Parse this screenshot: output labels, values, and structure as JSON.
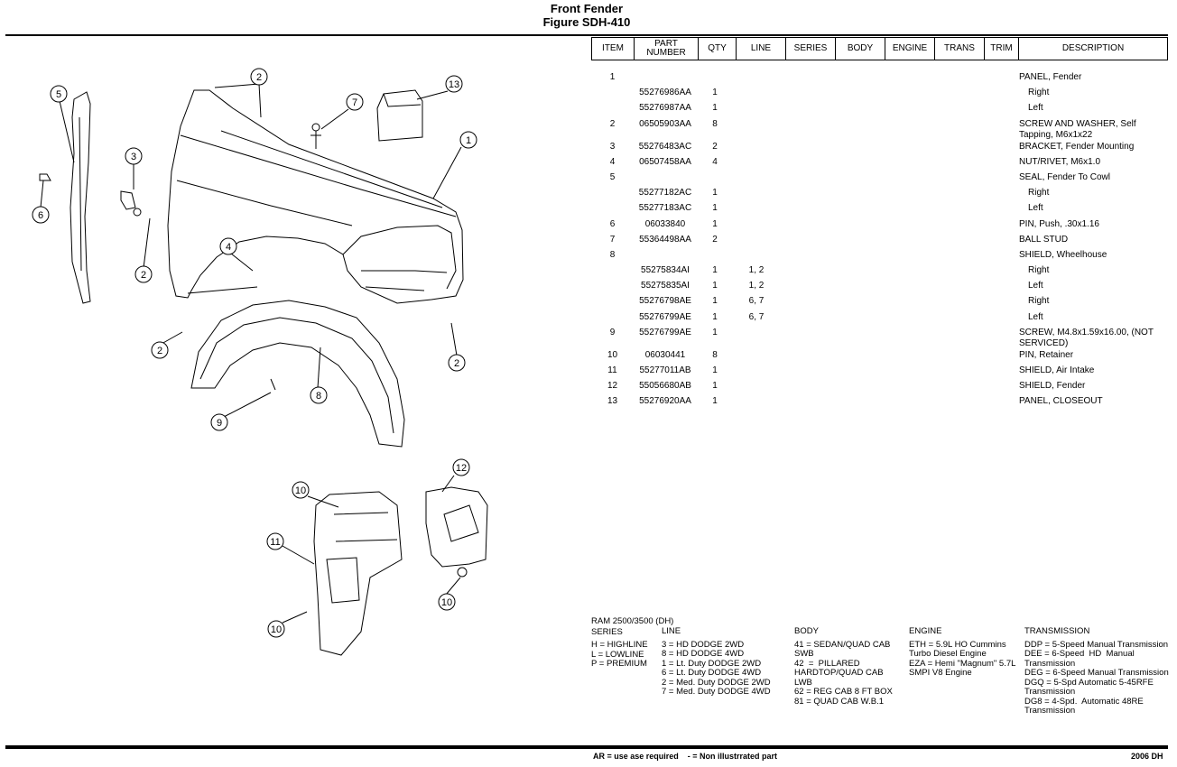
{
  "header": {
    "title": "Front Fender",
    "figure": "Figure SDH-410"
  },
  "table": {
    "headers": [
      "ITEM",
      "PART NUMBER",
      "QTY",
      "LINE",
      "SERIES",
      "BODY",
      "ENGINE",
      "TRANS",
      "TRIM",
      "DESCRIPTION"
    ],
    "rows": [
      {
        "item": "1",
        "part": "",
        "qty": "",
        "line": "",
        "desc": "PANEL, Fender",
        "sub": false
      },
      {
        "item": "",
        "part": "55276986AA",
        "qty": "1",
        "line": "",
        "desc": "Right",
        "sub": true
      },
      {
        "item": "",
        "part": "55276987AA",
        "qty": "1",
        "line": "",
        "desc": "Left",
        "sub": true
      },
      {
        "item": "2",
        "part": "06505903AA",
        "qty": "8",
        "line": "",
        "desc": "SCREW AND WASHER, Self Tapping, M6x1x22",
        "sub": false
      },
      {
        "item": "3",
        "part": "55276483AC",
        "qty": "2",
        "line": "",
        "desc": "BRACKET, Fender Mounting",
        "sub": false
      },
      {
        "item": "4",
        "part": "06507458AA",
        "qty": "4",
        "line": "",
        "desc": "NUT/RIVET, M6x1.0",
        "sub": false
      },
      {
        "item": "5",
        "part": "",
        "qty": "",
        "line": "",
        "desc": "SEAL, Fender To Cowl",
        "sub": false
      },
      {
        "item": "",
        "part": "55277182AC",
        "qty": "1",
        "line": "",
        "desc": "Right",
        "sub": true
      },
      {
        "item": "",
        "part": "55277183AC",
        "qty": "1",
        "line": "",
        "desc": "Left",
        "sub": true
      },
      {
        "item": "6",
        "part": "06033840",
        "qty": "1",
        "line": "",
        "desc": "PIN, Push, .30x1.16",
        "sub": false
      },
      {
        "item": "7",
        "part": "55364498AA",
        "qty": "2",
        "line": "",
        "desc": "BALL STUD",
        "sub": false
      },
      {
        "item": "8",
        "part": "",
        "qty": "",
        "line": "",
        "desc": "SHIELD, Wheelhouse",
        "sub": false
      },
      {
        "item": "",
        "part": "55275834AI",
        "qty": "1",
        "line": "1, 2",
        "desc": "Right",
        "sub": true
      },
      {
        "item": "",
        "part": "55275835AI",
        "qty": "1",
        "line": "1, 2",
        "desc": "Left",
        "sub": true
      },
      {
        "item": "",
        "part": "55276798AE",
        "qty": "1",
        "line": "6, 7",
        "desc": "Right",
        "sub": true
      },
      {
        "item": "",
        "part": "55276799AE",
        "qty": "1",
        "line": "6, 7",
        "desc": "Left",
        "sub": true
      },
      {
        "item": "9",
        "part": "55276799AE",
        "qty": "1",
        "line": "",
        "desc": "SCREW, M4.8x1.59x16.00, (NOT SERVICED)",
        "sub": false
      },
      {
        "item": "10",
        "part": "06030441",
        "qty": "8",
        "line": "",
        "desc": "PIN, Retainer",
        "sub": false
      },
      {
        "item": "11",
        "part": "55277011AB",
        "qty": "1",
        "line": "",
        "desc": "SHIELD, Air Intake",
        "sub": false
      },
      {
        "item": "12",
        "part": "55056680AB",
        "qty": "1",
        "line": "",
        "desc": "SHIELD, Fender",
        "sub": false
      },
      {
        "item": "13",
        "part": "55276920AA",
        "qty": "1",
        "line": "",
        "desc": "PANEL, CLOSEOUT",
        "sub": false
      }
    ]
  },
  "legend": {
    "model": "RAM 2500/3500 (DH)",
    "series_title": "SERIES",
    "series": [
      "H = HIGHLINE",
      "L = LOWLINE",
      "P = PREMIUM"
    ],
    "line_title": "LINE",
    "line": [
      "3 = HD DODGE 2WD",
      "8 = HD DODGE 4WD",
      "1 = Lt. Duty DODGE 2WD",
      "6 = Lt. Duty DODGE 4WD",
      "2 = Med. Duty DODGE 2WD",
      "7 = Med. Duty DODGE 4WD"
    ],
    "body_title": "BODY",
    "body": [
      "41 = SEDAN/QUAD CAB",
      "SWB",
      "42  =  PILLARED",
      "HARDTOP/QUAD CAB",
      "LWB",
      "62 = REG CAB 8 FT BOX",
      "81 = QUAD CAB W.B.1"
    ],
    "engine_title": "ENGINE",
    "engine": [
      "ETH = 5.9L HO Cummins",
      "Turbo Diesel Engine",
      "EZA = Hemi \"Magnum\" 5.7L",
      "SMPI V8 Engine"
    ],
    "trans_title": "TRANSMISSION",
    "trans": [
      "DDP = 5-Speed Manual Transmission",
      "DEE = 6-Speed  HD  Manual",
      "Transmission",
      "DEG = 6-Speed Manual Transmission",
      "DGQ = 5-Spd Automatic 5-45RFE",
      "Transmission",
      "DG8 = 4-Spd.  Automatic 48RE",
      "Transmission"
    ]
  },
  "footer": {
    "note": "AR = use ase required    - = Non illustrrated part",
    "code": "2006  DH"
  },
  "callouts": [
    "1",
    "2",
    "2",
    "2",
    "2",
    "3",
    "4",
    "5",
    "6",
    "7",
    "8",
    "9",
    "10",
    "10",
    "10",
    "11",
    "12",
    "13"
  ]
}
